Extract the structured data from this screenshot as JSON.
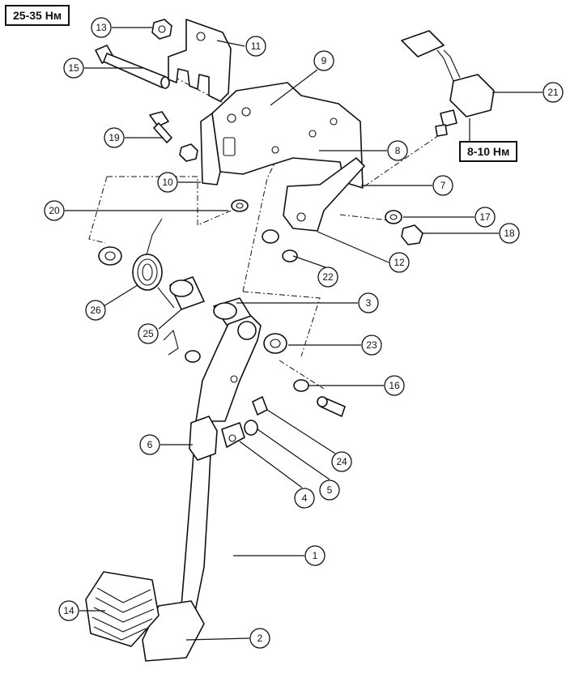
{
  "torque_labels": {
    "top_left": "25-35 Нм",
    "switch": "8-10 Нм"
  },
  "callouts": [
    {
      "num": "1"
    },
    {
      "num": "2"
    },
    {
      "num": "3"
    },
    {
      "num": "4"
    },
    {
      "num": "5"
    },
    {
      "num": "6"
    },
    {
      "num": "7"
    },
    {
      "num": "8"
    },
    {
      "num": "9"
    },
    {
      "num": "10"
    },
    {
      "num": "11"
    },
    {
      "num": "12"
    },
    {
      "num": "13"
    },
    {
      "num": "14"
    },
    {
      "num": "15"
    },
    {
      "num": "16"
    },
    {
      "num": "17"
    },
    {
      "num": "18"
    },
    {
      "num": "19"
    },
    {
      "num": "20"
    },
    {
      "num": "21"
    },
    {
      "num": "22"
    },
    {
      "num": "23"
    },
    {
      "num": "24"
    },
    {
      "num": "25"
    },
    {
      "num": "26"
    }
  ]
}
